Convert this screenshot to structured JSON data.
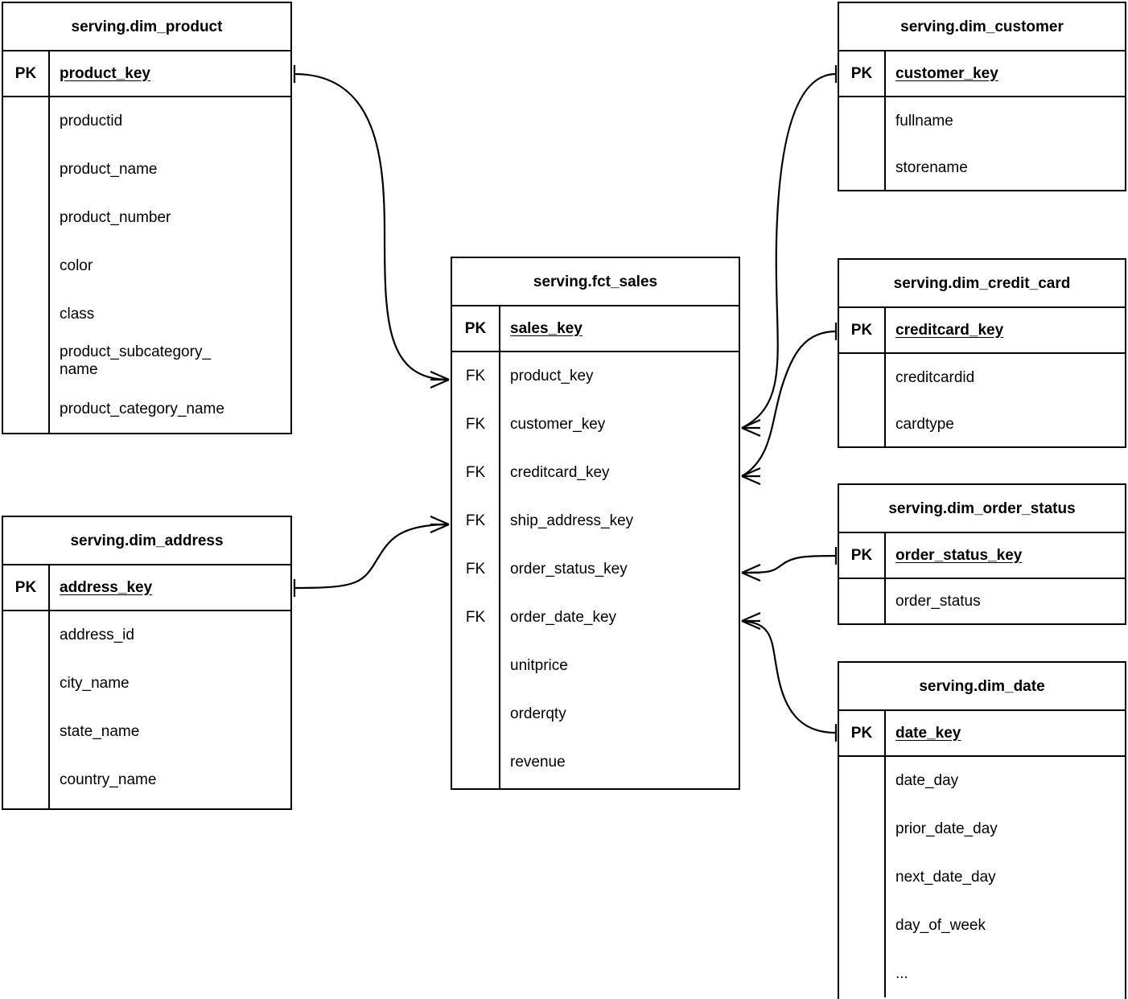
{
  "diagram": {
    "kind": "entity-relationship-diagram",
    "notation": "crow's foot",
    "stroke_color": "#000000",
    "background_color": "#ffffff"
  },
  "labels": {
    "pk": "PK",
    "fk": "FK",
    "ellipsis": "..."
  },
  "entities": {
    "dim_product": {
      "title": "serving.dim_product",
      "pk_tag": "PK",
      "pk_name": "product_key",
      "attributes": [
        "productid",
        "product_name",
        "product_number",
        "color",
        "class",
        "product_subcategory_\nname",
        "product_category_name"
      ]
    },
    "dim_address": {
      "title": "serving.dim_address",
      "pk_tag": "PK",
      "pk_name": "address_key",
      "attributes": [
        "address_id",
        "city_name",
        "state_name",
        "country_name"
      ]
    },
    "fct_sales": {
      "title": "serving.fct_sales",
      "pk_tag": "PK",
      "pk_name": "sales_key",
      "columns": [
        {
          "tag": "FK",
          "name": "product_key"
        },
        {
          "tag": "FK",
          "name": "customer_key"
        },
        {
          "tag": "FK",
          "name": "creditcard_key"
        },
        {
          "tag": "FK",
          "name": "ship_address_key"
        },
        {
          "tag": "FK",
          "name": "order_status_key"
        },
        {
          "tag": "FK",
          "name": "order_date_key"
        },
        {
          "tag": "",
          "name": "unitprice"
        },
        {
          "tag": "",
          "name": "orderqty"
        },
        {
          "tag": "",
          "name": "revenue"
        }
      ]
    },
    "dim_customer": {
      "title": "serving.dim_customer",
      "pk_tag": "PK",
      "pk_name": "customer_key",
      "attributes": [
        "fullname",
        "storename"
      ]
    },
    "dim_credit_card": {
      "title": "serving.dim_credit_card",
      "pk_tag": "PK",
      "pk_name": "creditcard_key",
      "attributes": [
        "creditcardid",
        "cardtype"
      ]
    },
    "dim_order_status": {
      "title": "serving.dim_order_status",
      "pk_tag": "PK",
      "pk_name": "order_status_key",
      "attributes": [
        "order_status"
      ]
    },
    "dim_date": {
      "title": "serving.dim_date",
      "pk_tag": "PK",
      "pk_name": "date_key",
      "attributes": [
        "date_day",
        "prior_date_day",
        "next_date_day",
        "day_of_week",
        "..."
      ]
    }
  },
  "relationships": [
    {
      "from": "serving.dim_product.product_key",
      "to": "serving.fct_sales.product_key",
      "from_cardinality": "one",
      "to_cardinality": "many"
    },
    {
      "from": "serving.dim_address.address_key",
      "to": "serving.fct_sales.ship_address_key",
      "from_cardinality": "one",
      "to_cardinality": "many"
    },
    {
      "from": "serving.dim_customer.customer_key",
      "to": "serving.fct_sales.customer_key",
      "from_cardinality": "one",
      "to_cardinality": "many"
    },
    {
      "from": "serving.dim_credit_card.creditcard_key",
      "to": "serving.fct_sales.creditcard_key",
      "from_cardinality": "one",
      "to_cardinality": "many"
    },
    {
      "from": "serving.dim_order_status.order_status_key",
      "to": "serving.fct_sales.order_status_key",
      "from_cardinality": "one",
      "to_cardinality": "many"
    },
    {
      "from": "serving.dim_date.date_key",
      "to": "serving.fct_sales.order_date_key",
      "from_cardinality": "one",
      "to_cardinality": "many"
    }
  ]
}
